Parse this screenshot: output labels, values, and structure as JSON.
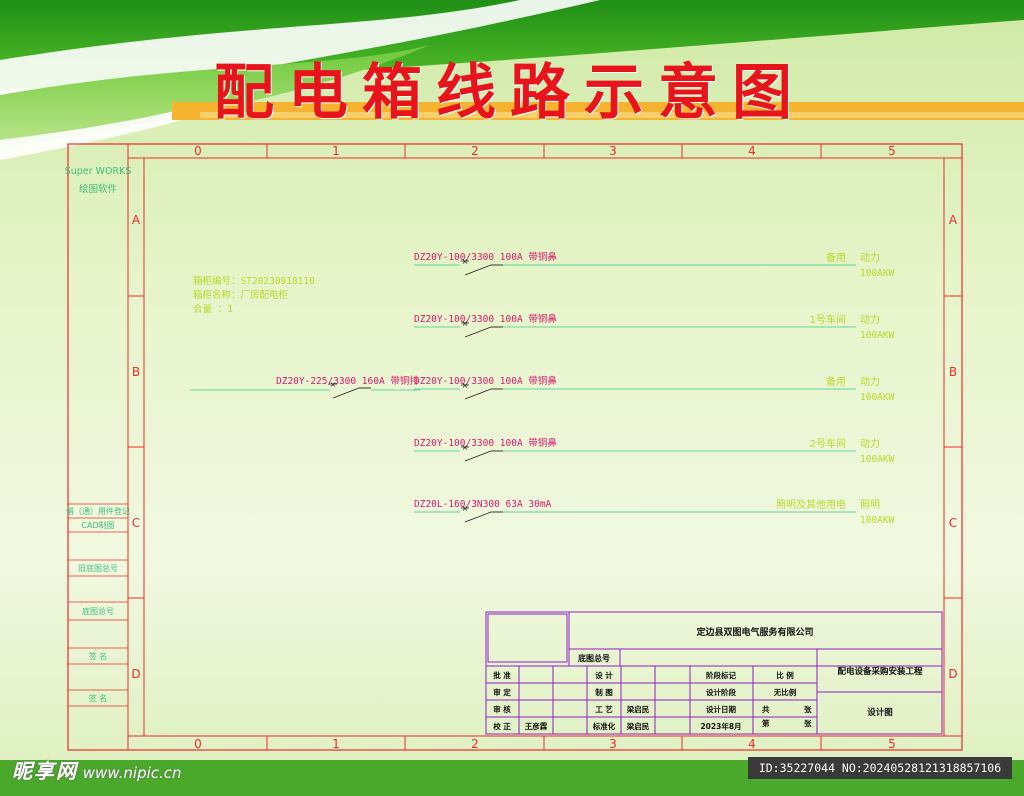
{
  "title": "配电箱线路示意图",
  "grid": {
    "columns": [
      "0",
      "1",
      "2",
      "3",
      "4",
      "5"
    ],
    "rows": [
      "A",
      "B",
      "C",
      "D"
    ]
  },
  "left_panel": {
    "software_line1": "Super WORKS",
    "software_line2": "绘图软件",
    "cells": [
      "借（通）用件登记",
      "CAD制图",
      "旧底图总号",
      "底图总号",
      "签 名",
      "签 名"
    ]
  },
  "cabinet_info": {
    "number": "箱柜编号：ST20230918110",
    "name": "箱柜名称：厂房配电柜",
    "quantity": "合量  ：1"
  },
  "main_breaker": {
    "label": "DZ20Y-225/3300 160A 带铜排"
  },
  "circuits": [
    {
      "breaker": "DZ20Y-100/3300 100A 带铜鼻",
      "load": "备用",
      "type": "动力",
      "rating": "100AKW"
    },
    {
      "breaker": "DZ20Y-100/3300 100A 带铜鼻",
      "load": "1号车间",
      "type": "动力",
      "rating": "100AKW"
    },
    {
      "breaker": "DZ20Y-100/3300 100A 带铜鼻",
      "load": "备用",
      "type": "动力",
      "rating": "100AKW"
    },
    {
      "breaker": "DZ20Y-100/3300 100A 带铜鼻",
      "load": "2号车间",
      "type": "动力",
      "rating": "100AKW"
    },
    {
      "breaker": "DZ20L-160/3N300 63A 30mA",
      "load": "照明及其他用电",
      "type": "照明",
      "rating": "100AKW"
    }
  ],
  "title_block": {
    "company": "定边县双图电气服务有限公司",
    "project": "配电设备采购安装工程",
    "drawing_type": "设计图",
    "base_no_label": "底图总号",
    "labels_col1": [
      "批 准",
      "审 定",
      "审 核",
      "校 正"
    ],
    "checker": "王彦霖",
    "labels_col3": [
      "设 计",
      "制 图",
      "工 艺",
      "标准化"
    ],
    "craft_person": "梁启民",
    "std_person": "梁启民",
    "stage_label": "阶段标记",
    "stage_value": "设计阶段",
    "date_label": "设计日期",
    "date_value": "2023年8月",
    "scale_label": "比 例",
    "scale_value": "无比例",
    "total_label": "共",
    "sheet_label": "张",
    "page_label": "第",
    "page_sheet_label": "张"
  },
  "watermark": {
    "logo": "昵享网",
    "url": "www.nipic.cn",
    "id_text": "ID:35227044 NO:20240528121318857106"
  },
  "colors": {
    "title": "#e8141b",
    "frame": "#ee2b2b",
    "breaker_text": "#d81a6e",
    "wire": "#5fd6a0",
    "load_text": "#b9d82a",
    "title_block": "#8e1fc4",
    "panel_text": "#3fbf7a",
    "green_band": "#2f9e1f",
    "orange_bar": "#f5b330"
  }
}
